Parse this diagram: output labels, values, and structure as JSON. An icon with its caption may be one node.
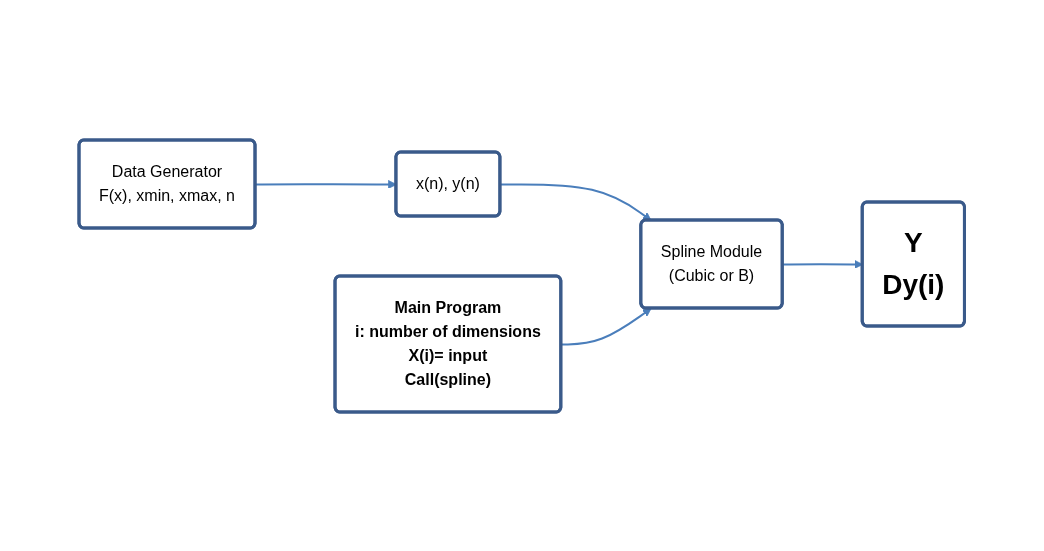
{
  "diagram": {
    "nodes": [
      {
        "text": [
          "Data Generator",
          "F(x), xmin, xmax, n"
        ]
      },
      {
        "text": [
          "x(n), y(n)"
        ]
      },
      {
        "text": [
          "Main Program",
          "i: number of dimensions",
          "X(i)= input",
          "Call(spline)"
        ]
      },
      {
        "text": [
          "Spline Module",
          "(Cubic or B)"
        ]
      },
      {
        "text": [
          "Y",
          "Dy(i)"
        ]
      }
    ],
    "edges": [
      {
        "from": 0,
        "to": 1,
        "arrow": "to"
      },
      {
        "from": 1,
        "to": 3,
        "arrow": "to"
      },
      {
        "from": 2,
        "to": 3,
        "arrow": "to"
      },
      {
        "from": 3,
        "to": 4,
        "arrow": "to"
      }
    ]
  }
}
